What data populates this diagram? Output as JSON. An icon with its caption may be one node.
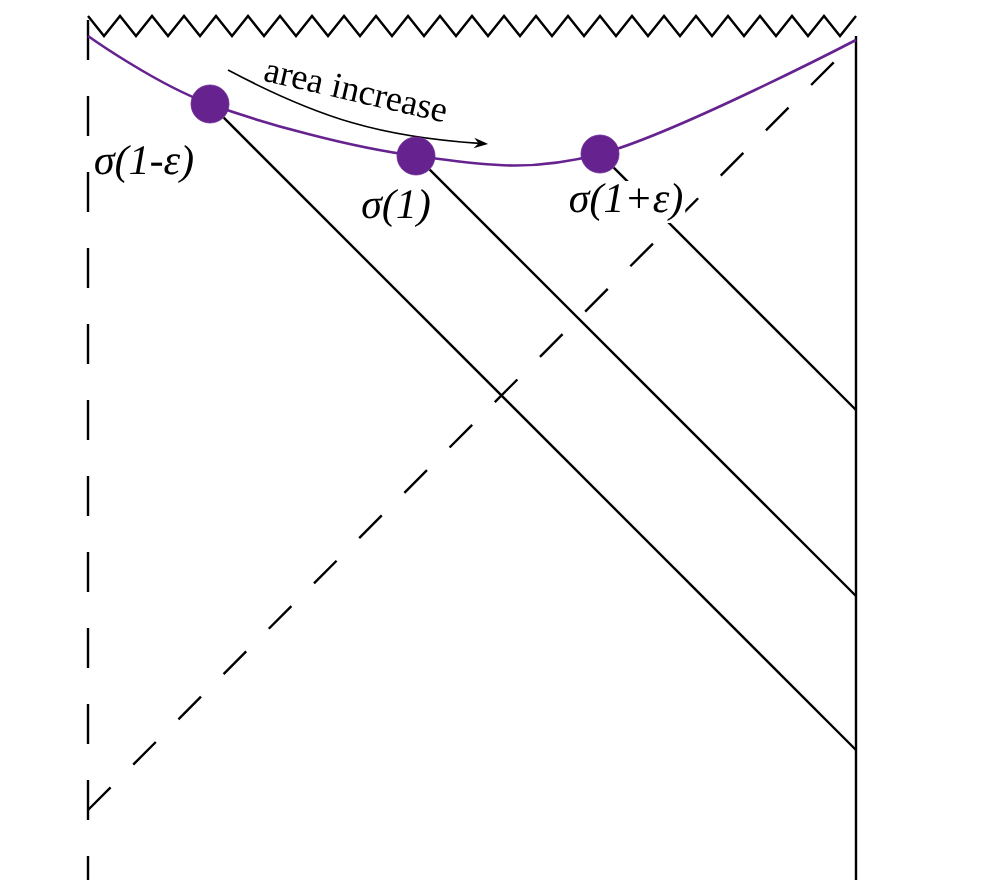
{
  "diagram": {
    "nodes": [
      {
        "text": [],
        "shape": "circle",
        "beside": [
          "σ(1-ε)"
        ]
      },
      {
        "text": [],
        "shape": "circle",
        "beside": [
          "σ(1)"
        ]
      },
      {
        "text": [],
        "shape": "circle",
        "beside": [
          "σ(1+ε)"
        ]
      }
    ],
    "edges": [
      {
        "from": 0,
        "to": null,
        "arrow": "none"
      },
      {
        "from": 1,
        "to": null,
        "arrow": "none"
      },
      {
        "from": 2,
        "to": null,
        "arrow": "none"
      }
    ],
    "labels": [
      "area increase"
    ]
  }
}
